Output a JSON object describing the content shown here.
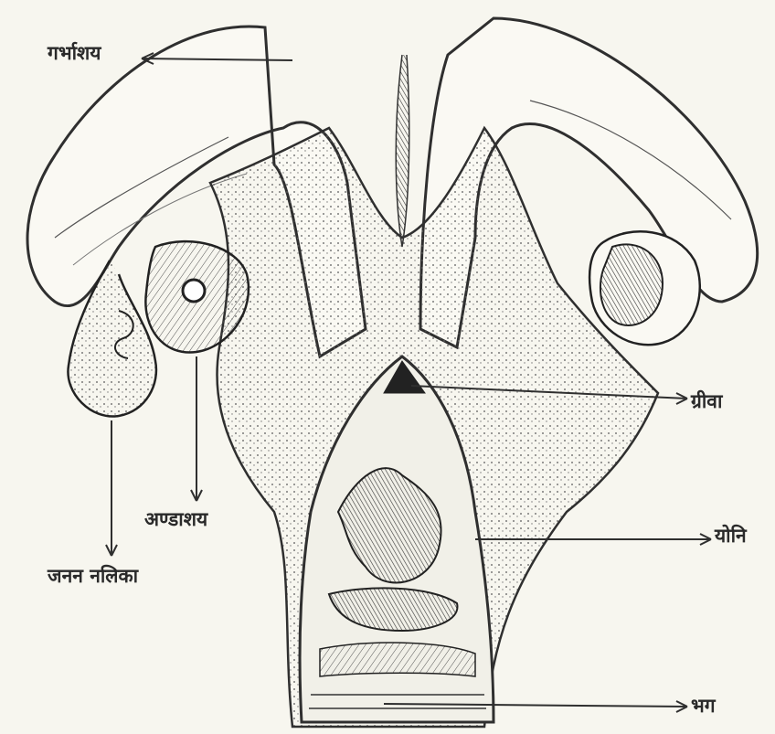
{
  "labels": {
    "uterus": "गर्भाशय",
    "cervix": "ग्रीवा",
    "vagina": "योनि",
    "vulva": "भग",
    "ovary": "अण्डाशय",
    "oviduct": "जनन नलिका"
  },
  "colors": {
    "ink": "#2f2f2f",
    "paper": "#f7f6ef"
  }
}
